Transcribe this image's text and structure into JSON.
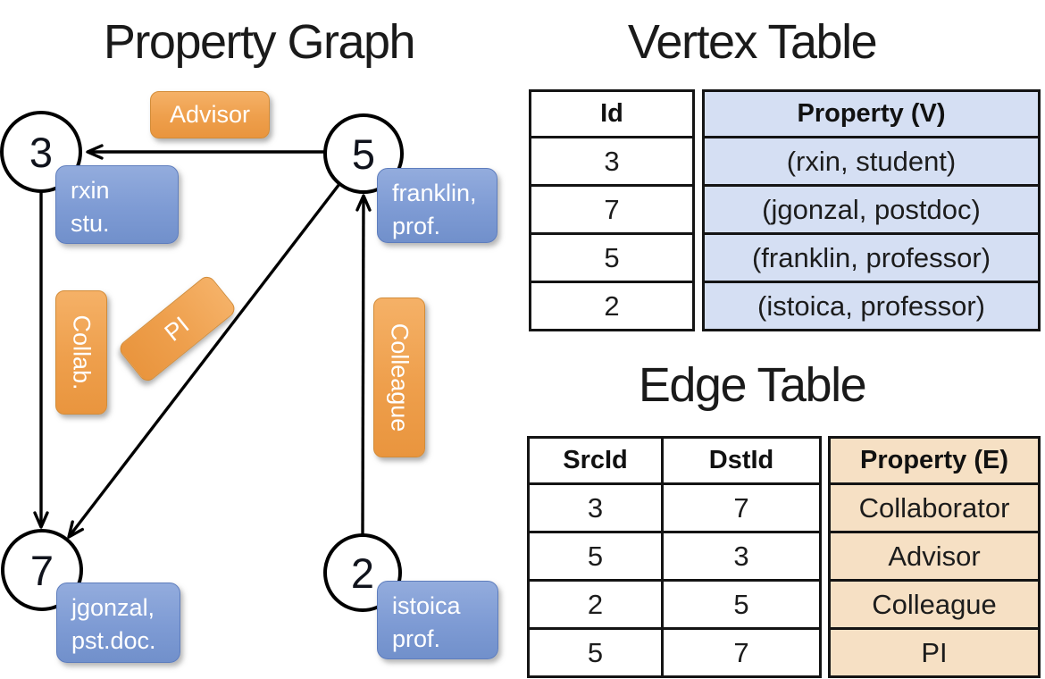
{
  "titles": {
    "graph": "Property Graph",
    "vertex": "Vertex Table",
    "edge": "Edge Table"
  },
  "colors": {
    "edge_label_orange_top": "#F5B167",
    "edge_label_orange_bottom": "#E9953E",
    "vertex_label_blue_top": "#93ACDD",
    "vertex_label_blue_bottom": "#7190CB",
    "vertex_property_fill": "#D5DFF3",
    "edge_property_fill": "#F6E0C4",
    "line_color": "#000000"
  },
  "graph": {
    "nodes": [
      {
        "id": "3",
        "lines": [
          "rxin",
          "stu."
        ]
      },
      {
        "id": "5",
        "lines": [
          "franklin,",
          "prof."
        ]
      },
      {
        "id": "7",
        "lines": [
          "jgonzal,",
          "pst.doc."
        ]
      },
      {
        "id": "2",
        "lines": [
          "istoica",
          "prof."
        ]
      }
    ],
    "edge_labels": [
      {
        "text": "Advisor"
      },
      {
        "text": "Collab."
      },
      {
        "text": "PI"
      },
      {
        "text": "Colleague"
      }
    ]
  },
  "vertex_table": {
    "headers": [
      "Id",
      "Property (V)"
    ],
    "rows": [
      [
        "3",
        "(rxin, student)"
      ],
      [
        "7",
        "(jgonzal, postdoc)"
      ],
      [
        "5",
        "(franklin, professor)"
      ],
      [
        "2",
        "(istoica, professor)"
      ]
    ]
  },
  "edge_table": {
    "headers": [
      "SrcId",
      "DstId",
      "Property (E)"
    ],
    "rows": [
      [
        "3",
        "7",
        "Collaborator"
      ],
      [
        "5",
        "3",
        "Advisor"
      ],
      [
        "2",
        "5",
        "Colleague"
      ],
      [
        "5",
        "7",
        "PI"
      ]
    ]
  }
}
